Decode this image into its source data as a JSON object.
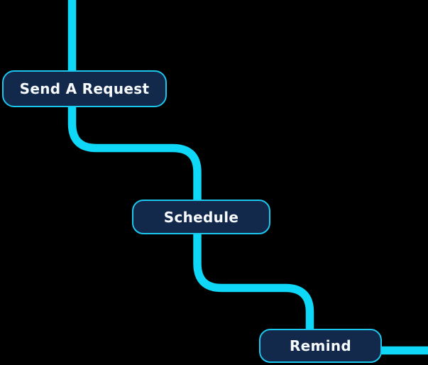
{
  "diagram": {
    "type": "process-flow",
    "steps": [
      {
        "id": "send-a-request",
        "label": "Send A Request"
      },
      {
        "id": "schedule",
        "label": "Schedule"
      },
      {
        "id": "remind",
        "label": "Remind"
      }
    ]
  },
  "colors": {
    "background": "#000000",
    "connector": "#0fd7f8",
    "node_fill": "#13294b",
    "node_border": "#1cc7ee",
    "node_text": "#f7fafd"
  }
}
